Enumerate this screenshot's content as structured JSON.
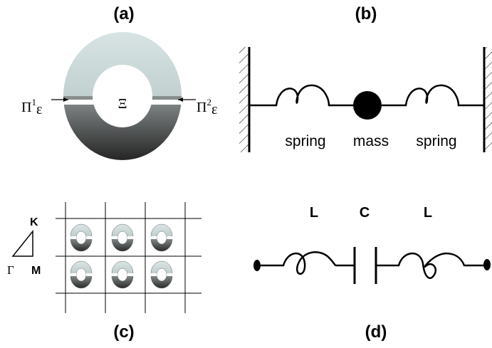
{
  "panels": {
    "a": {
      "label": "(a)",
      "center_symbol": "Ξ",
      "port_left": {
        "base": "Π",
        "sup": "1",
        "sub": "ε"
      },
      "port_right": {
        "base": "Π",
        "sup": "2",
        "sub": "ε"
      }
    },
    "b": {
      "label": "(b)",
      "left_text": "spring",
      "middle_text": "mass",
      "right_text": "spring"
    },
    "c": {
      "label": "(c)",
      "vertex_k": "K",
      "vertex_gamma": "Γ",
      "vertex_m": "M"
    },
    "d": {
      "label": "(d)",
      "left_component": "L",
      "middle_component": "C",
      "right_component": "L"
    }
  },
  "colors": {
    "ring_light": "#d4e1e1",
    "ring_dark": "#2b2b2b",
    "ink": "#000000"
  }
}
